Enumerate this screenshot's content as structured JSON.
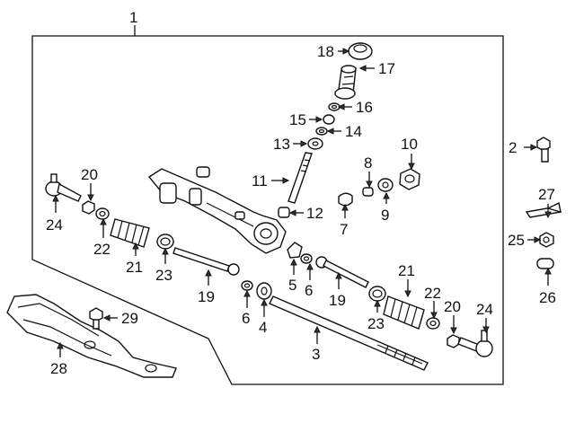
{
  "diagram": {
    "callouts": [
      {
        "id": "1",
        "text": "1"
      },
      {
        "id": "2",
        "text": "2"
      },
      {
        "id": "3",
        "text": "3"
      },
      {
        "id": "4",
        "text": "4"
      },
      {
        "id": "5",
        "text": "5"
      },
      {
        "id": "6a",
        "text": "6"
      },
      {
        "id": "6b",
        "text": "6"
      },
      {
        "id": "7",
        "text": "7"
      },
      {
        "id": "8",
        "text": "8"
      },
      {
        "id": "9",
        "text": "9"
      },
      {
        "id": "10",
        "text": "10"
      },
      {
        "id": "11",
        "text": "11"
      },
      {
        "id": "12",
        "text": "12"
      },
      {
        "id": "13",
        "text": "13"
      },
      {
        "id": "14",
        "text": "14"
      },
      {
        "id": "15",
        "text": "15"
      },
      {
        "id": "16",
        "text": "16"
      },
      {
        "id": "17",
        "text": "17"
      },
      {
        "id": "18",
        "text": "18"
      },
      {
        "id": "19a",
        "text": "19"
      },
      {
        "id": "19b",
        "text": "19"
      },
      {
        "id": "20a",
        "text": "20"
      },
      {
        "id": "20b",
        "text": "20"
      },
      {
        "id": "21a",
        "text": "21"
      },
      {
        "id": "21b",
        "text": "21"
      },
      {
        "id": "22a",
        "text": "22"
      },
      {
        "id": "22b",
        "text": "22"
      },
      {
        "id": "23a",
        "text": "23"
      },
      {
        "id": "23b",
        "text": "23"
      },
      {
        "id": "24a",
        "text": "24"
      },
      {
        "id": "24b",
        "text": "24"
      },
      {
        "id": "25",
        "text": "25"
      },
      {
        "id": "26",
        "text": "26"
      },
      {
        "id": "27",
        "text": "27"
      },
      {
        "id": "28",
        "text": "28"
      },
      {
        "id": "29",
        "text": "29"
      }
    ]
  }
}
